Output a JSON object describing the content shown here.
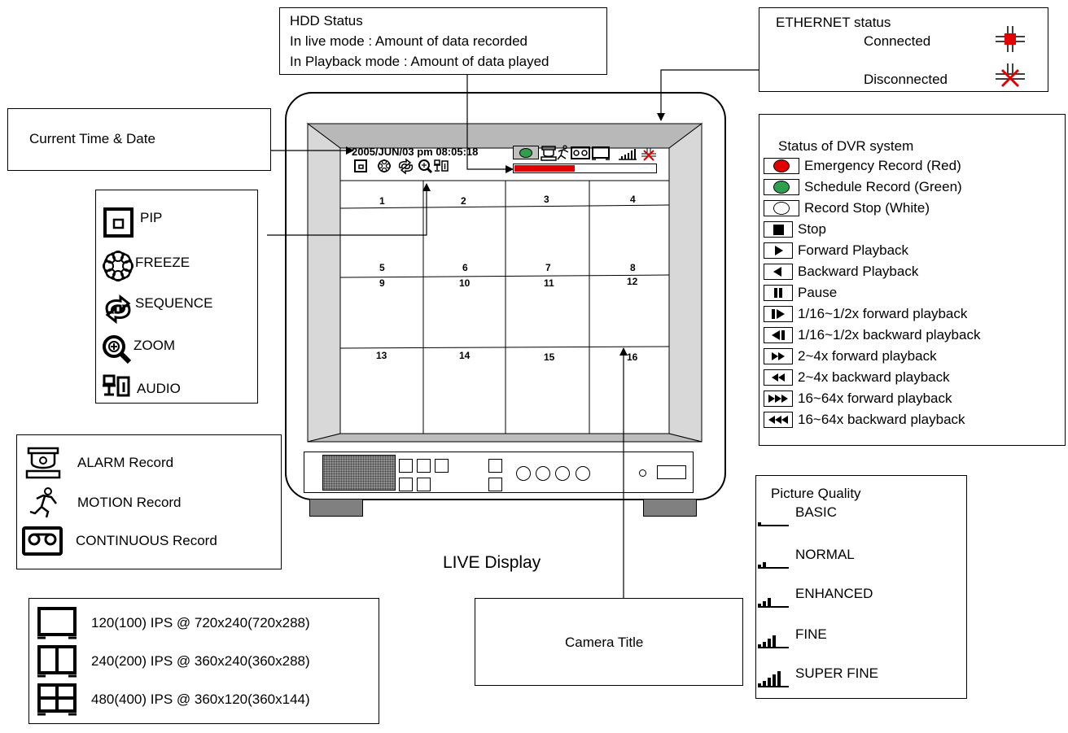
{
  "hdd": {
    "title": "HDD Status",
    "line1": "In live mode : Amount of data recorded",
    "line2": "In Playback mode : Amount of data played"
  },
  "ethernet": {
    "title": "ETHERNET status",
    "connected": "Connected",
    "disconnected": "Disconnected",
    "connected_color": "#e00000",
    "disconnected_color": "#e00000"
  },
  "current_time": {
    "label": "Current Time & Date"
  },
  "screen": {
    "datetime": "2005/JUN/03 pm 08:05:18",
    "cameras": [
      "1",
      "2",
      "3",
      "4",
      "5",
      "6",
      "7",
      "8",
      "9",
      "10",
      "11",
      "12",
      "13",
      "14",
      "15",
      "16"
    ],
    "hdd_fill": 0.43,
    "hdd_color": "#e00000",
    "status_color": "#2e9e4f"
  },
  "functions": [
    {
      "icon": "pip-icon",
      "label": "PIP"
    },
    {
      "icon": "freeze-icon",
      "label": "FREEZE"
    },
    {
      "icon": "sequence-icon",
      "label": "SEQUENCE"
    },
    {
      "icon": "zoom-icon",
      "label": "ZOOM"
    },
    {
      "icon": "audio-icon",
      "label": "AUDIO"
    }
  ],
  "record_modes": [
    {
      "icon": "alarm-camera-icon",
      "label": "ALARM Record"
    },
    {
      "icon": "motion-runner-icon",
      "label": "MOTION Record"
    },
    {
      "icon": "cassette-icon",
      "label": "CONTINUOUS Record"
    }
  ],
  "ips_modes": [
    {
      "icon": "single-screen-icon",
      "label": "120(100) IPS @ 720x240(720x288)"
    },
    {
      "icon": "dual-screen-icon",
      "label": "240(200) IPS @ 360x240(360x288)"
    },
    {
      "icon": "quad-screen-icon",
      "label": "480(400) IPS @ 360x120(360x144)"
    }
  ],
  "live_display": "LIVE Display",
  "camera_title": "Camera Title",
  "dvr_status": {
    "title": "Status of DVR system",
    "items": [
      {
        "icon": "red-circle-icon",
        "label": "Emergency Record (Red)"
      },
      {
        "icon": "green-circle-icon",
        "label": "Schedule Record (Green)"
      },
      {
        "icon": "white-circle-icon",
        "label": "Record Stop (White)"
      },
      {
        "icon": "stop-icon",
        "label": "Stop"
      },
      {
        "icon": "forward-play-icon",
        "label": "Forward Playback"
      },
      {
        "icon": "backward-play-icon",
        "label": "Backward Playback"
      },
      {
        "icon": "pause-icon",
        "label": "Pause"
      },
      {
        "icon": "slow-forward-icon",
        "label": "1/16~1/2x forward playback"
      },
      {
        "icon": "slow-backward-icon",
        "label": "1/16~1/2x backward playback"
      },
      {
        "icon": "fast-forward-icon",
        "label": "2~4x forward playback"
      },
      {
        "icon": "fast-backward-icon",
        "label": "2~4x backward playback"
      },
      {
        "icon": "fastest-forward-icon",
        "label": "16~64x forward playback"
      },
      {
        "icon": "fastest-backward-icon",
        "label": "16~64x backward playback"
      }
    ],
    "red": "#e00000",
    "green": "#2e9e4f"
  },
  "picture_quality": {
    "title": "Picture Quality",
    "levels": [
      {
        "bars": 1,
        "label": "BASIC"
      },
      {
        "bars": 2,
        "label": "NORMAL"
      },
      {
        "bars": 3,
        "label": "ENHANCED"
      },
      {
        "bars": 4,
        "label": "FINE"
      },
      {
        "bars": 5,
        "label": "SUPER FINE"
      }
    ]
  }
}
